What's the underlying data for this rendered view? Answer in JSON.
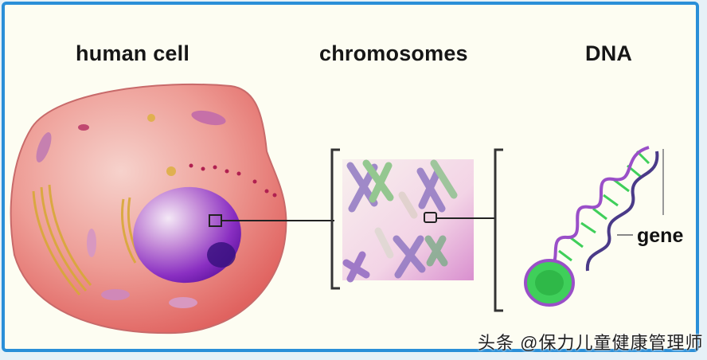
{
  "diagram": {
    "labels": {
      "human_cell": "human cell",
      "chromosomes": "chromosomes",
      "dna": "DNA",
      "gene": "gene"
    },
    "watermark": "头条 @保力儿童健康管理师",
    "colors": {
      "frame_border": "#2a8fd8",
      "background": "#fdfdf2",
      "cell_cytoplasm": "#e98a86",
      "nucleus": "#8b2fc0",
      "chromosome_purple": "#7a5cb8",
      "chromosome_green": "#7cc07a",
      "dna_strand": "#9a4fc8",
      "dna_base_pairs": "#3fcf5a",
      "bracket": "#333333"
    },
    "flow": [
      "human cell",
      "chromosomes",
      "DNA",
      "gene"
    ]
  }
}
